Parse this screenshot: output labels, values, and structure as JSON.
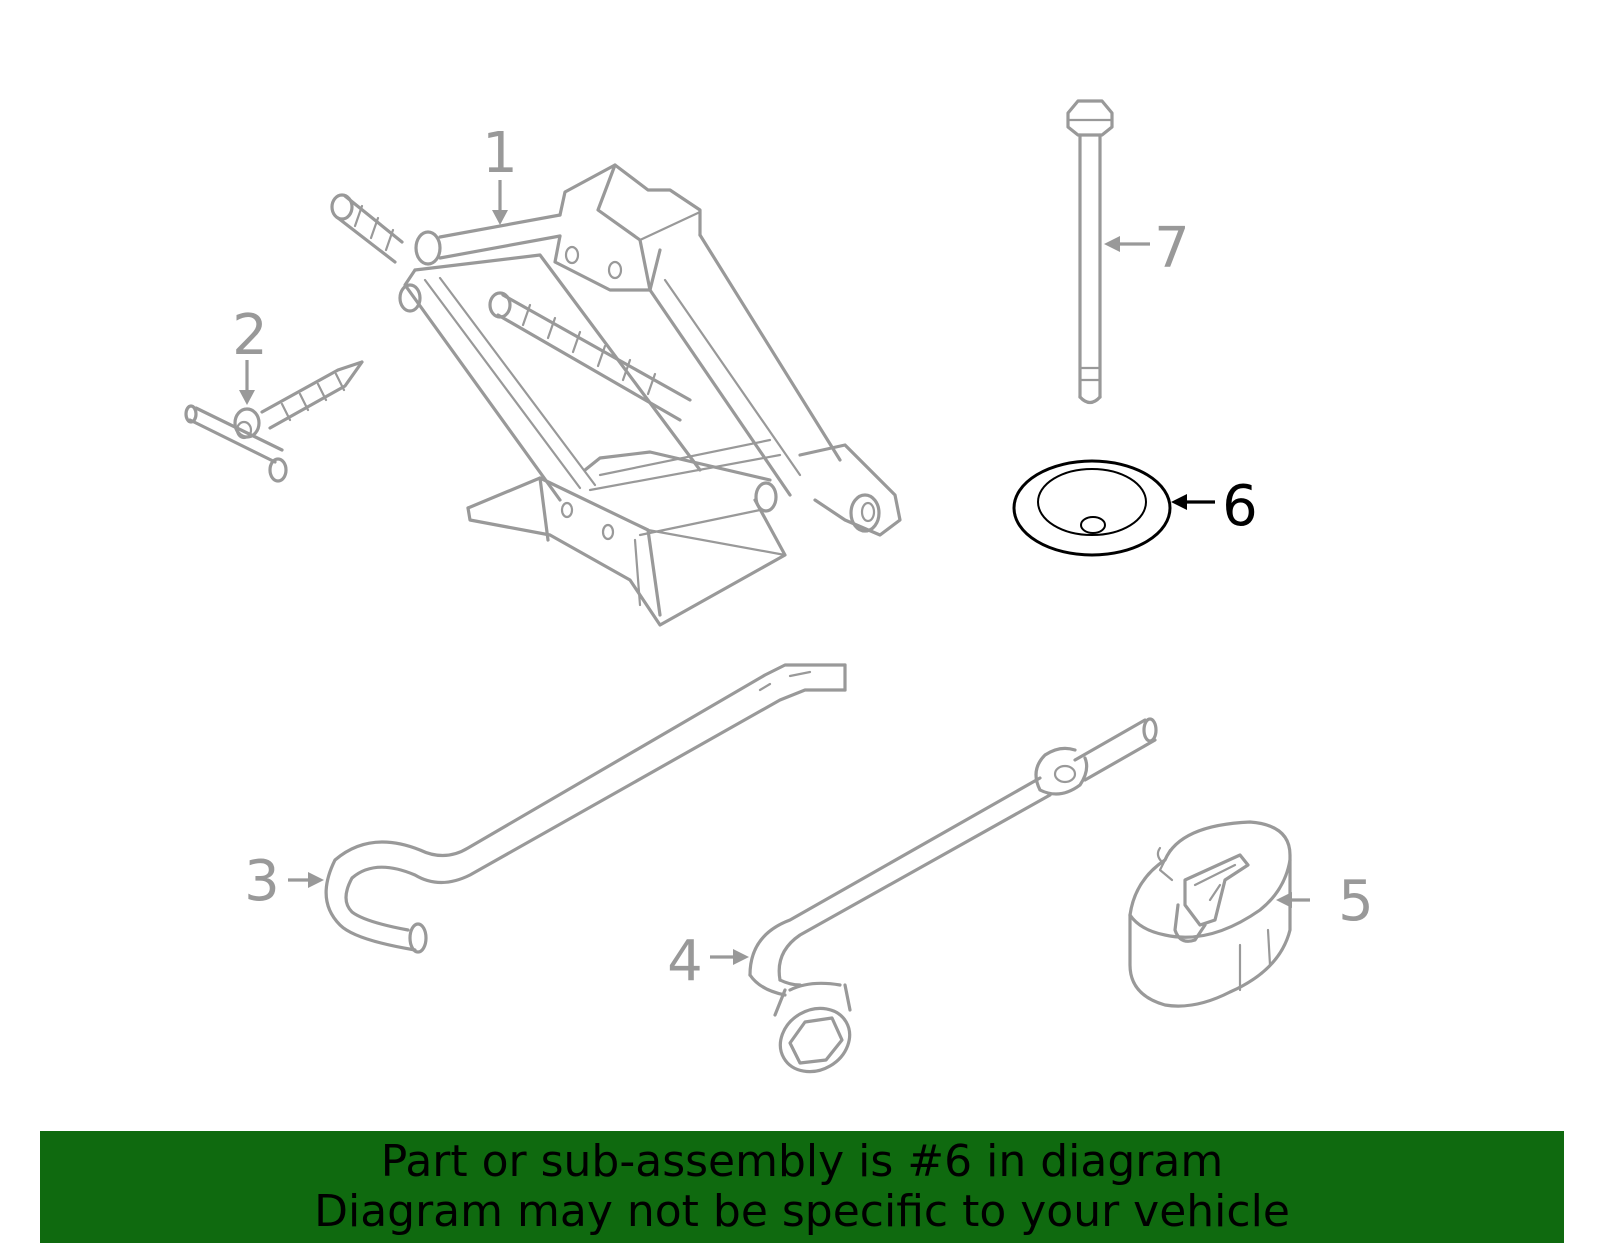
{
  "callouts": {
    "c1": "1",
    "c2": "2",
    "c3": "3",
    "c4": "4",
    "c5": "5",
    "c6": "6",
    "c7": "7"
  },
  "highlighted_part": "6",
  "colors": {
    "line": "#999999",
    "highlight": "#000000",
    "banner": "#0f6a0f"
  },
  "banner": {
    "line1": "Part or sub-assembly is #6 in diagram",
    "line2": "Diagram may not be specific to your vehicle"
  }
}
